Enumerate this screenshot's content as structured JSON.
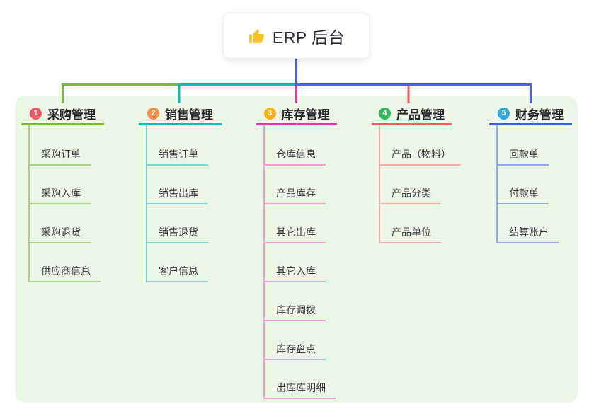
{
  "root": {
    "title": "ERP 后台",
    "icon": "thumbs-up-icon"
  },
  "branches": [
    {
      "number": "1",
      "title": "采购管理",
      "color": "#7cb93e",
      "light_color": "#aad28b",
      "badge_color": "#f25968",
      "children": [
        "采购订单",
        "采购入库",
        "采购退货",
        "供应商信息"
      ]
    },
    {
      "number": "2",
      "title": "销售管理",
      "color": "#12bcb2",
      "light_color": "#7fd6cd",
      "badge_color": "#fb8c44",
      "children": [
        "销售订单",
        "销售出库",
        "销售退货",
        "客户信息"
      ]
    },
    {
      "number": "3",
      "title": "库存管理",
      "color": "#d83fa4",
      "light_color": "#efa0d2",
      "badge_color": "#f9b016",
      "children": [
        "仓库信息",
        "产品库存",
        "其它出库",
        "其它入库",
        "库存调拨",
        "库存盘点",
        "出库库明细"
      ]
    },
    {
      "number": "4",
      "title": "产品管理",
      "color": "#f25c5c",
      "light_color": "#f8aba6",
      "badge_color": "#33b45f",
      "children": [
        "产品（物料）",
        "产品分类",
        "产品单位"
      ]
    },
    {
      "number": "5",
      "title": "财务管理",
      "color": "#3f63d4",
      "light_color": "#94a8e8",
      "badge_color": "#2fa8dc",
      "children": [
        "回款单",
        "付款单",
        "结算账户"
      ]
    }
  ],
  "colors": {
    "panel_bg": "#ebf6e7",
    "stem_blue": "#4b63d6",
    "teal": "#12bcb2",
    "green": "#7cb93e",
    "magenta": "#d83fa4",
    "red": "#f25c5c",
    "thumb_yellow": "#f7c325"
  }
}
